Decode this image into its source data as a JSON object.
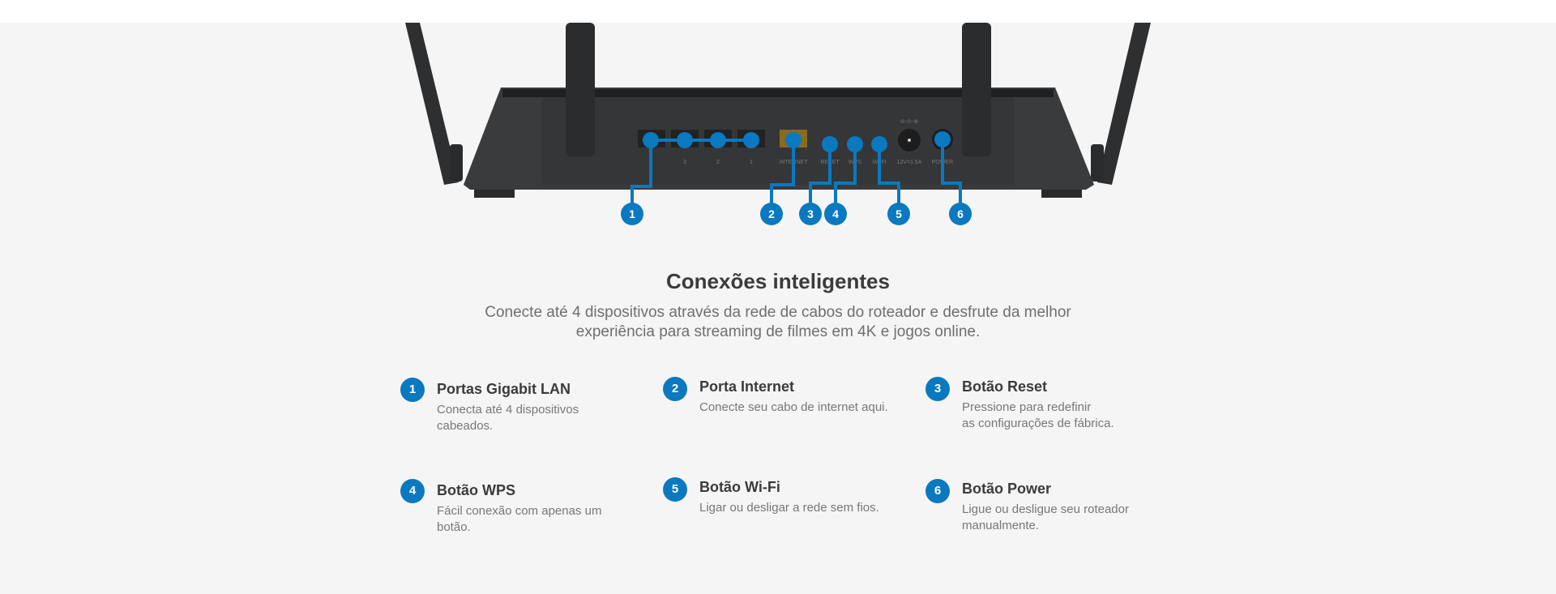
{
  "colors": {
    "accent": "#0a79c0",
    "background": "#f6f5f5",
    "router_body": "#3a3b3d"
  },
  "router": {
    "port_labels": [
      "3",
      "2",
      "1",
      "INTERNET",
      "RESET",
      "WPS",
      "WI-FI",
      "12V=1.5A",
      "POWER"
    ],
    "callouts": [
      "1",
      "2",
      "3",
      "4",
      "5",
      "6"
    ]
  },
  "section": {
    "title": "Conexões inteligentes",
    "subtitle_line1": "Conecte até 4 dispositivos através da rede de cabos do roteador e desfrute da melhor",
    "subtitle_line2": "experiência para streaming de filmes em 4K e jogos online."
  },
  "features": [
    {
      "number": "1",
      "title": "Portas Gigabit LAN",
      "desc_line1": "Conecta até 4 dispositivos",
      "desc_line2": "cabeados."
    },
    {
      "number": "2",
      "title": "Porta Internet",
      "desc_line1": "Conecte seu cabo de internet aqui.",
      "desc_line2": ""
    },
    {
      "number": "3",
      "title": "Botão Reset",
      "desc_line1": "Pressione para redefinir",
      "desc_line2": "as configurações de fábrica."
    },
    {
      "number": "4",
      "title": "Botão WPS",
      "desc_line1": "Fácil conexão com apenas um",
      "desc_line2": "botão."
    },
    {
      "number": "5",
      "title": "Botão Wi-Fi",
      "desc_line1": "Ligar ou desligar a rede sem fios.",
      "desc_line2": ""
    },
    {
      "number": "6",
      "title": "Botão Power",
      "desc_line1": "Ligue ou desligue seu roteador",
      "desc_line2": "manualmente."
    }
  ]
}
